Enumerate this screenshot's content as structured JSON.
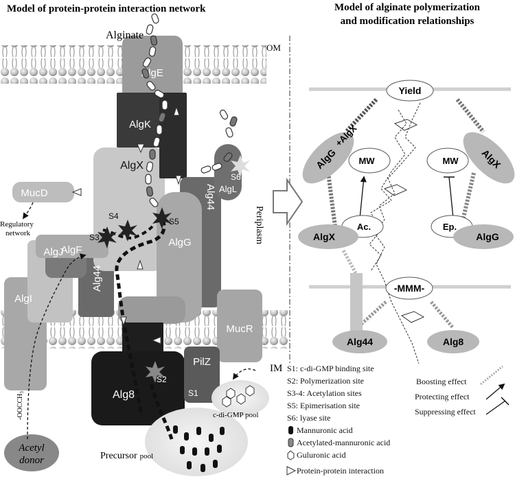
{
  "left_title": "Model of protein-protein interaction network",
  "right_title_line1": "Model of alginate polymerization",
  "right_title_line2": "and  modification relationships",
  "membranes": {
    "outer": "OM",
    "inner": "IM",
    "periplasm": "Periplasm"
  },
  "labels": {
    "alginate": "Alginate",
    "regulatory_line1": "Regulatory",
    "regulatory_line2": "network",
    "acetyl_line1": "Acetyl",
    "acetyl_line2": "donor",
    "ooch3": "-OOCCH",
    "ooch3_sub": "3",
    "precursor": "Precursor",
    "precursor_small": "pool",
    "cdigmp_pool": "c-di-GMP pool"
  },
  "proteins": {
    "alge": "AlgE",
    "algk": "AlgK",
    "algx": "AlgX",
    "mucd": "MucD",
    "algf": "AlgF",
    "algj": "AlgJ",
    "algi": "AlgI",
    "alg44": "Alg44",
    "algg": "AlgG",
    "algl": "AlgL",
    "mucr": "MucR",
    "pilz": "PilZ",
    "alg8": "Alg8"
  },
  "sites": {
    "s1": "S1",
    "s2": "S2",
    "s3": "S3",
    "s4": "S4",
    "s5": "S5",
    "s6": "S6"
  },
  "right": {
    "yield": "Yield",
    "mw_left": "MW",
    "mw_right": "MW",
    "algg_top": "AlgG",
    "algx_top": "AlgX",
    "plus_algx": "+AlgX",
    "ac": "Ac.",
    "ep": "Ep.",
    "algx_mid": "AlgX",
    "algg_mid": "AlgG",
    "mmm": "-MMM-",
    "alg44": "Alg44",
    "alg8": "Alg8"
  },
  "legend": {
    "sites": [
      "S1: c-di-GMP binding site",
      "S2: Polymerization  site",
      "S3-4:  Acetylation sites",
      "S5: Epimerisation  site",
      "S6:  lyase site"
    ],
    "monomers": [
      "Mannuronic acid",
      "Acetylated-mannuronic acid",
      "Guluronic acid"
    ],
    "interaction": "Protein-protein interaction",
    "effects": [
      "Boosting effect",
      "Protecting effect",
      "Suppressing effect"
    ]
  }
}
